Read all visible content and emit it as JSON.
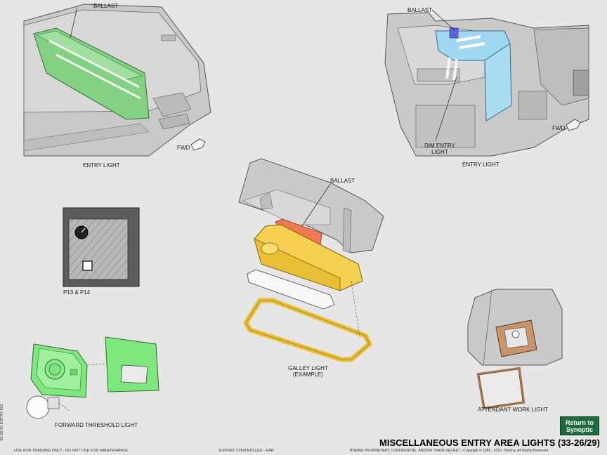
{
  "labels": {
    "ballast_top_left": "BALLAST",
    "entry_light_left": "ENTRY LIGHT",
    "fwd_left": "FWD",
    "ballast_top_right": "BALLAST",
    "dim_entry_light": "DIM ENTRY\nLIGHT",
    "fwd_right": "FWD",
    "entry_light_right": "ENTRY LIGHT",
    "ballast_center": "BALLAST",
    "galley_light": "GALLEY LIGHT\n(EXAMPLE)",
    "p13_p14": "P13 & P14",
    "forward_threshold_light": "FORWARD THRESHOLD LIGHT",
    "attendant_work_light": "ATTENDANT WORK LIGHT"
  },
  "title": "MISCELLANEOUS ENTRY AREA LIGHTS (33-26/29)",
  "return_button": {
    "line1": "Return to",
    "line2": "Synoptic"
  },
  "footer": {
    "left": "USE FOR TRAINING ONLY - DO NOT USE FOR MAINTENANCE",
    "center": "EXPORT CONTROLLED - EAR",
    "right": "BOEING PROPRIETARY, CONFIDENTIAL, AND/OR TRADE SECRET - Copyright © 1995 - 2019 - Boeing. All Rights Reserved."
  },
  "side_code": "33-26-00 ENTRY 001",
  "colors": {
    "background": "#e6e6e6",
    "structure_gray": "#c8c8c8",
    "entry_light_green": "#7fcf7f",
    "entry_light_blue": "#a8dcf0",
    "ballast_orange": "#f07a50",
    "galley_yellow": "#f5d050",
    "threshold_green": "#7ee87e",
    "attendant_brown": "#c8946a",
    "button_green": "#1d6a3c"
  }
}
